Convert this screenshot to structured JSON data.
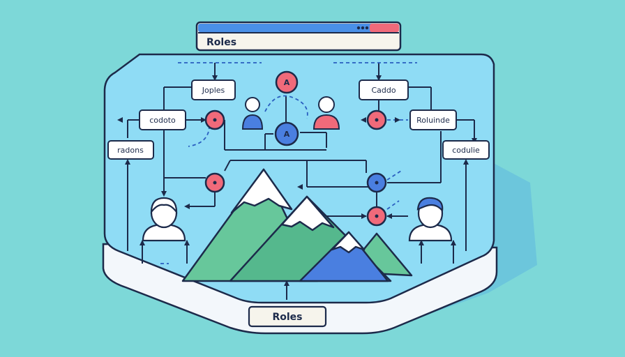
{
  "window": {
    "title": "Roles",
    "accent": "#4a90e8",
    "close_accent": "#f06a7a"
  },
  "diagram": {
    "boxes": {
      "top_center_left": "Joples",
      "top_center_right": "Caddo",
      "mid_left": "codoto",
      "mid_right": "Roluinde",
      "far_left": "radons",
      "far_right": "codulie"
    },
    "nodes": {
      "top": "A",
      "center": "A"
    },
    "footer_label": "Roles"
  },
  "colors": {
    "background": "#7dd8d8",
    "panel": "#8fdcf5",
    "outline": "#1c2a4a",
    "node_red": "#f06a7a",
    "node_blue": "#4a7fe0",
    "mountain_green": "#67c79b",
    "mountain_blue": "#4a7fe0"
  }
}
